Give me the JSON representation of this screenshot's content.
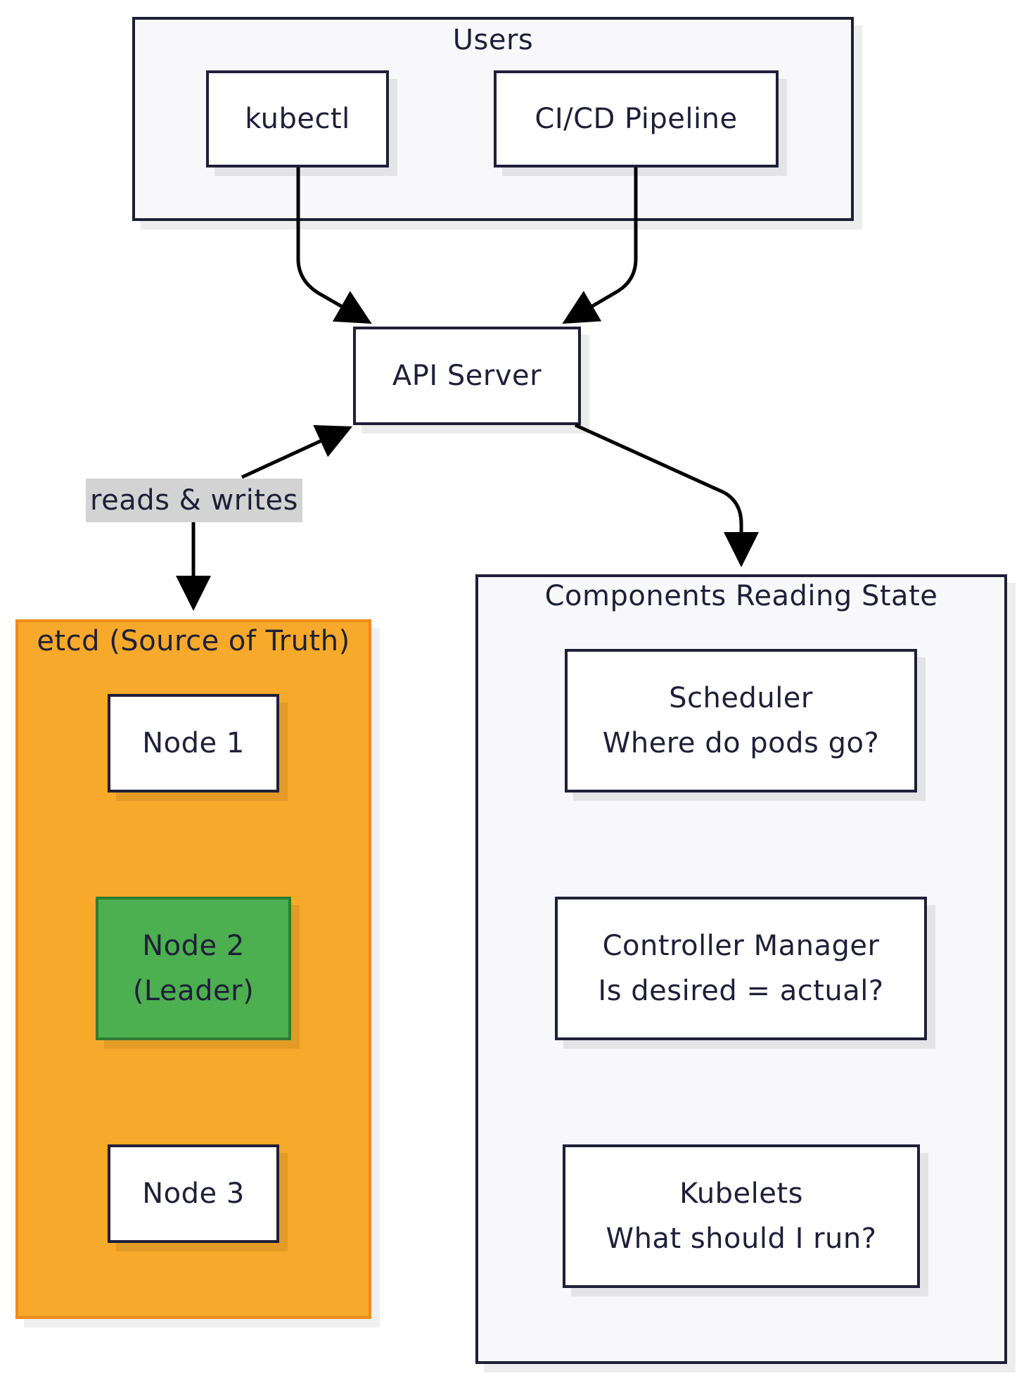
{
  "groups": {
    "users": {
      "title": "Users",
      "nodes": {
        "kubectl": "kubectl",
        "cicd": "CI/CD Pipeline"
      }
    },
    "etcd": {
      "title": "etcd (Source of Truth)",
      "nodes": {
        "node1": "Node 1",
        "node2_line1": "Node 2",
        "node2_line2": "(Leader)",
        "node3": "Node 3"
      }
    },
    "components": {
      "title": "Components Reading State",
      "nodes": {
        "scheduler_line1": "Scheduler",
        "scheduler_line2": "Where do pods go?",
        "controller_line1": "Controller Manager",
        "controller_line2": "Is desired = actual?",
        "kubelets_line1": "Kubelets",
        "kubelets_line2": "What should I run?"
      }
    }
  },
  "api_server": "API Server",
  "edges": {
    "etcd_label": "reads & writes"
  },
  "colors": {
    "stroke": "#1f1f38",
    "group_fill": "#f8f8fb",
    "etcd_fill": "#f6a92a",
    "etcd_border": "#f18a1b",
    "leader_fill": "#4caf50",
    "leader_border": "#2f7d32",
    "edge_label_fill": "#d3d3d3"
  }
}
